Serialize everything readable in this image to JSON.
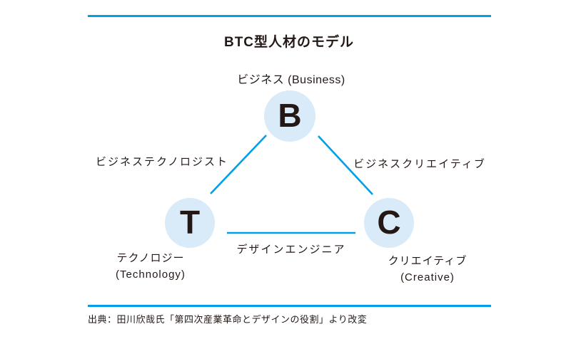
{
  "title": "BTC型人材のモデル",
  "nodes": {
    "b": {
      "letter": "B",
      "label": "ビジネス (Business)"
    },
    "t": {
      "letter": "T",
      "label_line1": "テクノロジー",
      "label_line2": "(Technology)"
    },
    "c": {
      "letter": "C",
      "label_line1": "クリエイティブ",
      "label_line2": "(Creative)"
    }
  },
  "edges": {
    "bt": "ビジネステクノロジスト",
    "bc": "ビジネスクリエイティブ",
    "tc": "デザインエンジニア"
  },
  "source": "出典：田川欣哉氏「第四次産業革命とデザインの役割」より改変",
  "colors": {
    "accent": "#00a0e9",
    "circle_fill": "#d9eaf8",
    "text": "#231815"
  }
}
